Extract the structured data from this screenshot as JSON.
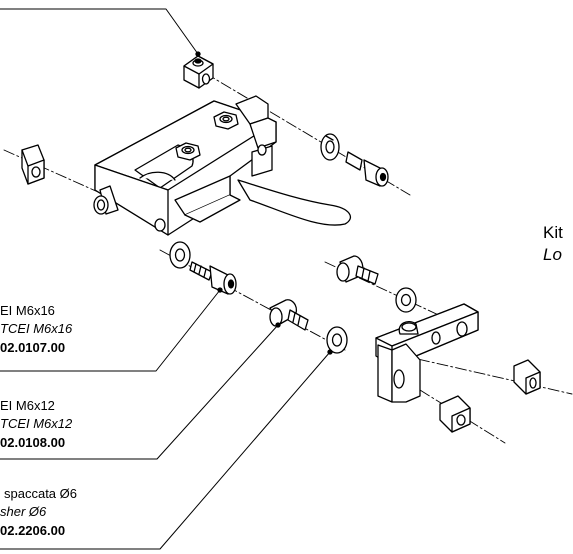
{
  "labels": {
    "screw_m6x16": {
      "it": "EI M6x16",
      "en": "TCEI M6x16",
      "code": "02.0107.00"
    },
    "screw_m6x12": {
      "it": "EI M6x12",
      "en": "TCEI M6x12",
      "code": "02.0108.00"
    },
    "washer": {
      "it": "spaccata Ø6",
      "en": "sher Ø6",
      "code": "02.2206.00"
    }
  },
  "kit": {
    "line1": "Kit",
    "line2": "Lo"
  },
  "colors": {
    "stroke": "#000000",
    "background": "#ffffff"
  }
}
